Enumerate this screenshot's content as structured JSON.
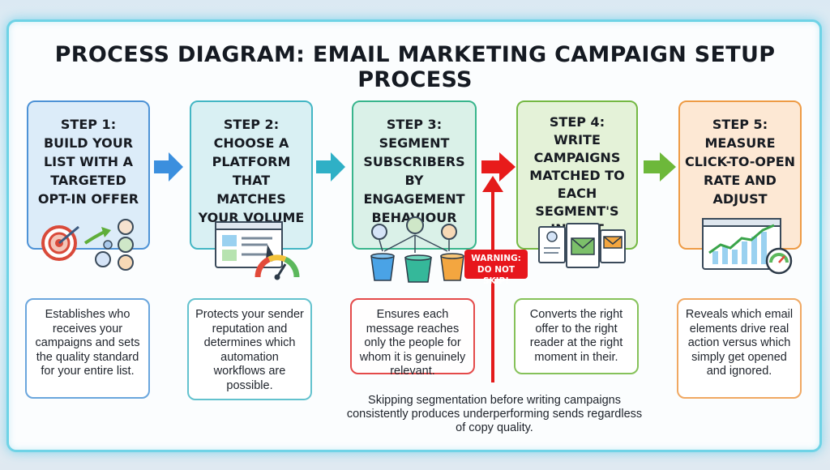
{
  "title": "PROCESS DIAGRAM: EMAIL MARKETING CAMPAIGN SETUP PROCESS",
  "steps": [
    {
      "label": "STEP 1:",
      "text": [
        "BUILD YOUR",
        "LIST WITH A",
        "TARGETED",
        "OPT-IN OFFER"
      ],
      "description": "Establishes who receives your campaigns and sets the quality standard for your entire list.",
      "color": "#4d92d6"
    },
    {
      "label": "STEP 2:",
      "text": [
        "CHOOSE A",
        "PLATFORM THAT",
        "MATCHES",
        "YOUR VOLUME"
      ],
      "description": "Protects your sender reputation and determines which automation workflows are possible.",
      "color": "#43b6c4"
    },
    {
      "label": "STEP 3:",
      "text": [
        "SEGMENT",
        "SUBSCRIBERS",
        "BY ENGAGEMENT",
        "BEHAVIOUR"
      ],
      "description": "Ensures each message reaches only the people for whom it is genuinely relevant.",
      "color": "#38b58c"
    },
    {
      "label": "STEP 4:",
      "text": [
        "WRITE",
        "CAMPAIGNS",
        "MATCHED TO",
        "EACH SEGMENT'S",
        "INTENT"
      ],
      "description": "Converts the right offer to the right reader at the right moment in their.",
      "color": "#74b843"
    },
    {
      "label": "STEP 5:",
      "text": [
        "MEASURE",
        "CLICK-TO-OPEN",
        "RATE AND",
        "ADJUST"
      ],
      "description": "Reveals which email elements drive real action versus which simply get opened and ignored.",
      "color": "#ee9b45"
    }
  ],
  "warning": {
    "line1": "WARNING:",
    "line2": "DO NOT SKIP!",
    "color": "#e7161c"
  },
  "note": "Skipping segmentation before writing campaigns consistently produces underperforming sends regardless of copy quality.",
  "icons": [
    "target-icon",
    "people-icon",
    "dashboard-icon",
    "gauge-icon",
    "segment-icon",
    "bucket-icon",
    "email-icon",
    "chart-icon"
  ]
}
